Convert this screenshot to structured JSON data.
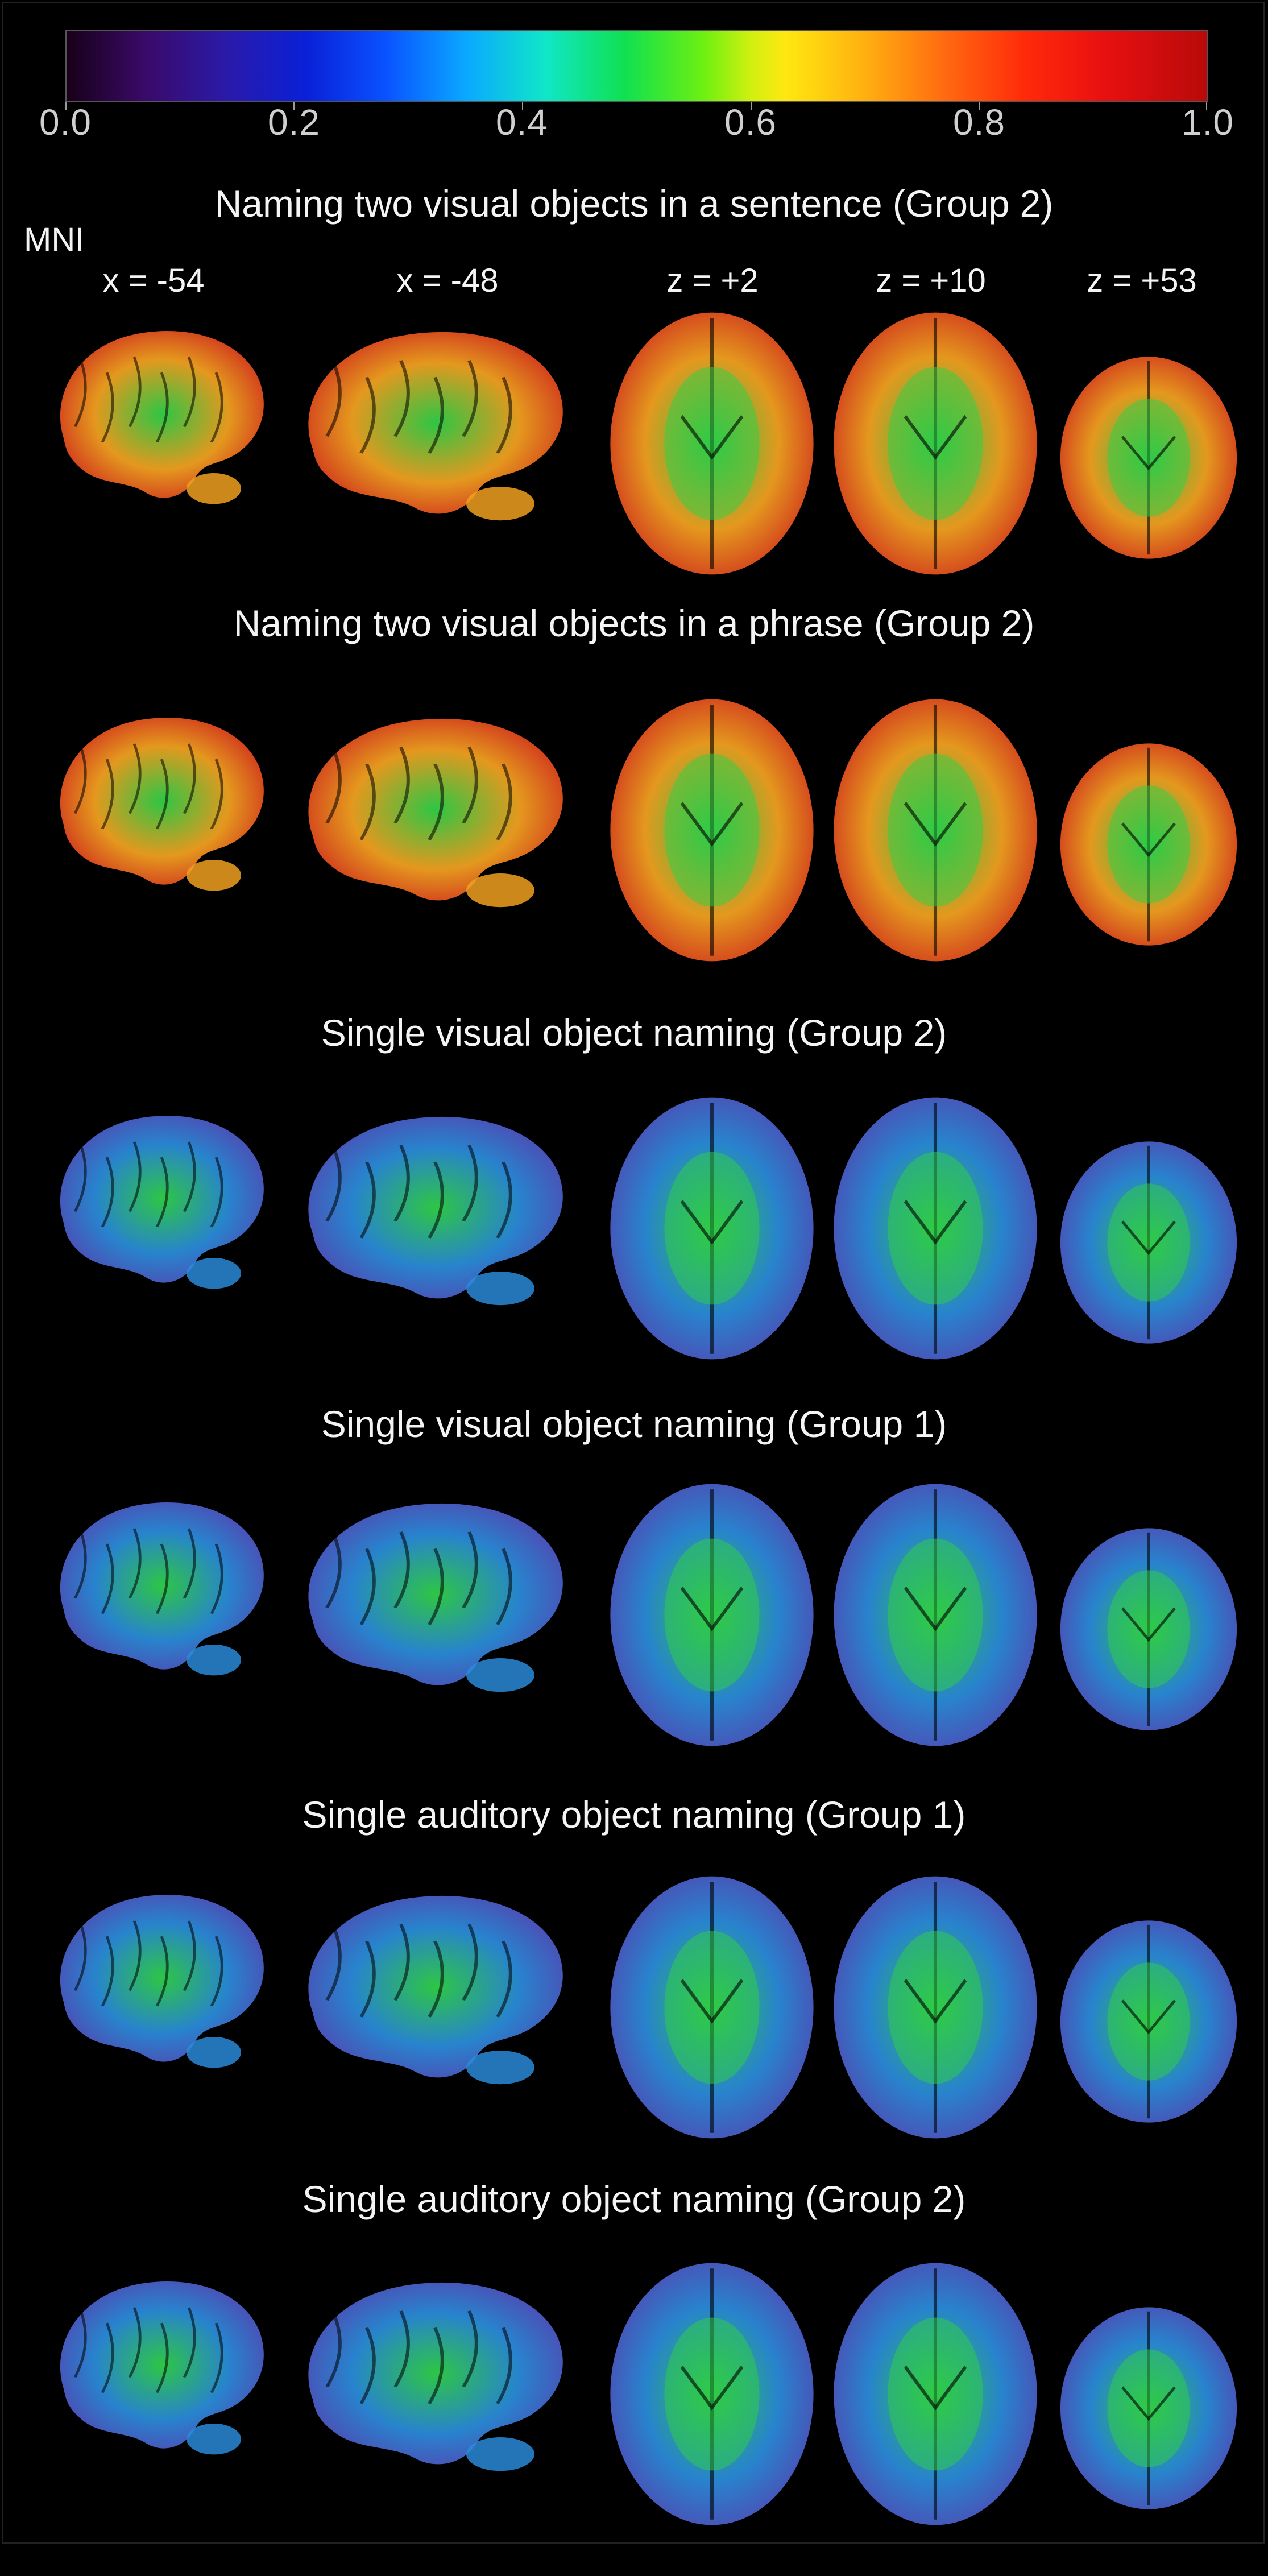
{
  "colorbar": {
    "tick_labels": [
      "0.0",
      "0.2",
      "0.4",
      "0.6",
      "0.8",
      "1.0"
    ],
    "range": [
      0.0,
      1.0
    ]
  },
  "coordinate_system": "MNI",
  "slice_labels": [
    "x = -54",
    "x = -48",
    "z = +2",
    "z = +10",
    "z = +53"
  ],
  "panels": [
    {
      "title": "Naming two visual objects in a sentence (Group 2)",
      "overall_level": 0.78
    },
    {
      "title": "Naming two visual objects in a phrase (Group 2)",
      "overall_level": 0.72
    },
    {
      "title": "Single visual object naming (Group 2)",
      "overall_level": 0.4
    },
    {
      "title": "Single visual object naming (Group 1)",
      "overall_level": 0.36
    },
    {
      "title": "Single auditory object naming (Group 1)",
      "overall_level": 0.32
    },
    {
      "title": "Single auditory object naming (Group 2)",
      "overall_level": 0.3
    }
  ],
  "colors": {
    "background": "#000000",
    "text": "#f4f4f4",
    "high": "#d8241e",
    "mid_high": "#f0a020",
    "mid": "#30d048",
    "low_mid": "#2a8ad8",
    "low": "#5a44b8",
    "lowest": "#3a2a80"
  }
}
